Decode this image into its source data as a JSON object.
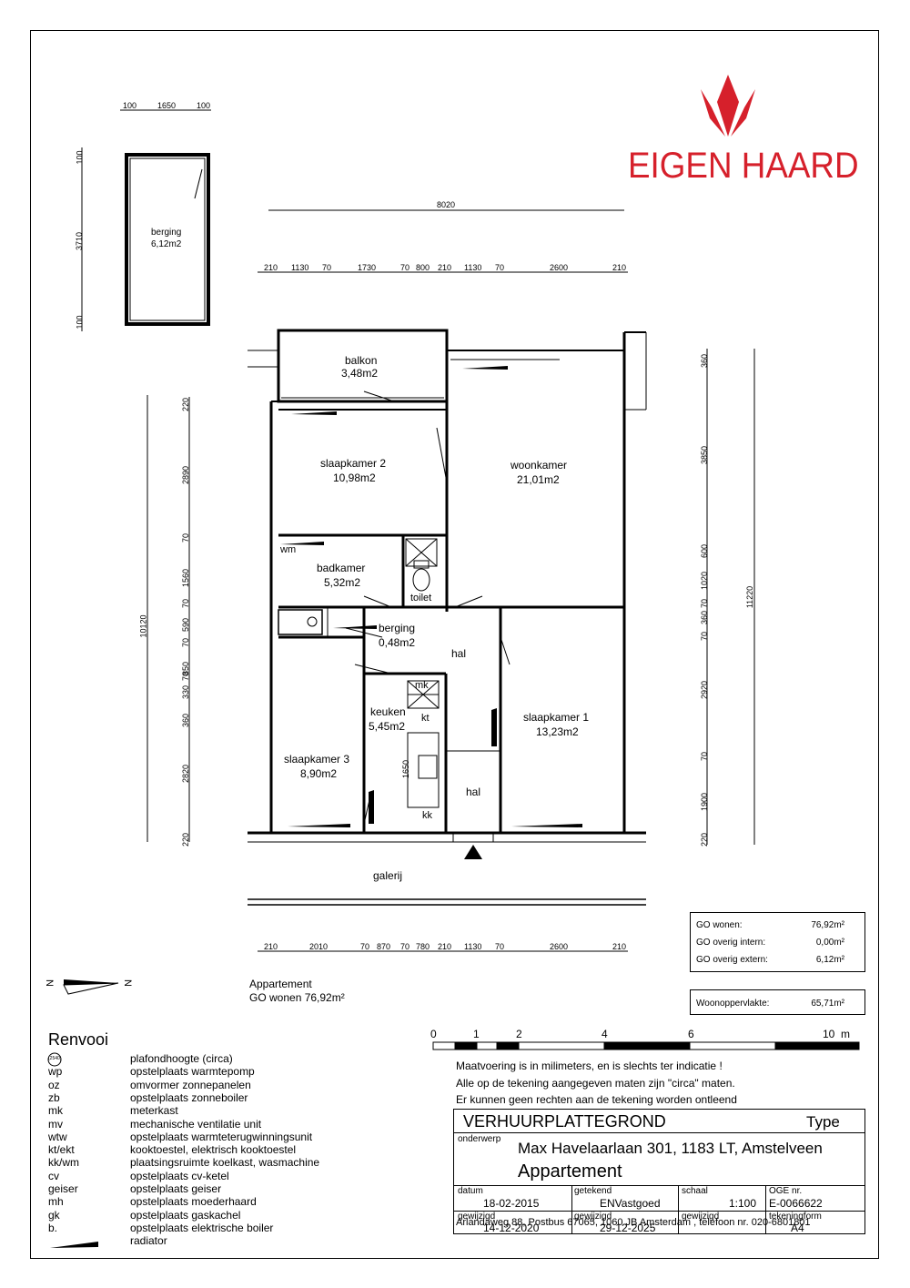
{
  "logo": {
    "brand_text": "EIGEN HAARD",
    "color": "#d6202b"
  },
  "rooms": {
    "berging_outside": {
      "name": "berging",
      "area": "6,12m2"
    },
    "balkon": {
      "name": "balkon",
      "area": "3,48m2"
    },
    "slaapkamer2": {
      "name": "slaapkamer 2",
      "area": "10,98m2"
    },
    "woonkamer": {
      "name": "woonkamer",
      "area": "21,01m2"
    },
    "badkamer": {
      "name": "badkamer",
      "area": "5,32m2"
    },
    "wm": "wm",
    "toilet": "toilet",
    "berging_inside": {
      "name": "berging",
      "area": "0,48m2"
    },
    "hal1": "hal",
    "mk": "mk",
    "keuken": {
      "name": "keuken",
      "area": "5,45m2"
    },
    "kt": "kt",
    "kk": "kk",
    "slaapkamer1": {
      "name": "slaapkamer 1",
      "area": "13,23m2"
    },
    "slaapkamer3": {
      "name": "slaapkamer 3",
      "area": "8,90m2"
    },
    "hal2": "hal",
    "galerij": "galerij"
  },
  "dimensions": {
    "berging_top": [
      "100",
      "1650",
      "100"
    ],
    "berging_side": [
      "100",
      "3710",
      "100"
    ],
    "overall_width": "8020",
    "top_chain": [
      "210",
      "1130",
      "70",
      "1730",
      "70",
      "800",
      "210",
      "1130",
      "70",
      "2600",
      "210"
    ],
    "bottom_chain": [
      "210",
      "2010",
      "70",
      "870",
      "70",
      "780",
      "210",
      "1130",
      "70",
      "2600",
      "210"
    ],
    "left_total": "10120",
    "left_chain": [
      "220",
      "2890",
      "70",
      "1560",
      "70",
      "590",
      "70",
      "850",
      "70",
      "330",
      "360",
      "2820",
      "220"
    ],
    "right_total": "11220",
    "right_chain": [
      "360",
      "3850",
      "600",
      "1020",
      "70",
      "360",
      "70",
      "2920",
      "70",
      "1900",
      "220"
    ],
    "sink_length": "1650"
  },
  "area_summary": {
    "rows": [
      {
        "label": "GO wonen:",
        "value": "76,92m²"
      },
      {
        "label": "GO overig intern:",
        "value": "0,00m²"
      },
      {
        "label": "GO overig extern:",
        "value": "6,12m²"
      }
    ],
    "woon_label": "Woonoppervlakte:",
    "woon_value": "65,71m²"
  },
  "apartment_caption": {
    "line1": "Appartement",
    "line2": "GO wonen 76,92m²"
  },
  "compass": {
    "left": "N",
    "right": "N"
  },
  "scale_bar": {
    "ticks": [
      "0",
      "1",
      "2",
      "4",
      "6",
      "10  m"
    ]
  },
  "renvooi": {
    "title": "Renvooi",
    "items": [
      {
        "code": "",
        "text": "plafondhoogte (circa)"
      },
      {
        "code": "wp",
        "text": "opstelplaats warmtepomp"
      },
      {
        "code": "oz",
        "text": "omvormer zonnepanelen"
      },
      {
        "code": "zb",
        "text": "opstelplaats zonneboiler"
      },
      {
        "code": "mk",
        "text": "meterkast"
      },
      {
        "code": "mv",
        "text": "mechanische ventilatie unit"
      },
      {
        "code": "wtw",
        "text": "opstelplaats warmteterugwinningsunit"
      },
      {
        "code": "kt/ekt",
        "text": "kooktoestel, elektrisch kooktoestel"
      },
      {
        "code": "kk/wm",
        "text": "plaatsingsruimte koelkast, wasmachine"
      },
      {
        "code": "cv",
        "text": "opstelplaats cv-ketel"
      },
      {
        "code": "geiser",
        "text": "opstelplaats geiser"
      },
      {
        "code": "mh",
        "text": "opstelplaats moederhaard"
      },
      {
        "code": "gk",
        "text": "opstelplaats gaskachel"
      },
      {
        "code": "b.",
        "text": "opstelplaats elektrische boiler"
      },
      {
        "code": "",
        "text": "radiator"
      }
    ],
    "ceiling_symbol": "(2540)"
  },
  "disclaimer": [
    "Maatvoering is in milimeters, en is slechts ter indicatie !",
    "Alle op de tekening aangegeven maten zijn \"circa\" maten.",
    "Er kunnen geen rechten aan de tekening worden ontleend"
  ],
  "title_block": {
    "title": "VERHUURPLATTEGROND",
    "type_label": "Type",
    "onderwerp_label": "onderwerp",
    "address": "Max Havelaarlaan 301, 1183 LT, Amstelveen",
    "subject": "Appartement",
    "datum_label": "datum",
    "datum": "18-02-2015",
    "getekend_label": "getekend",
    "getekend": "ENVastgoed",
    "schaal_label": "schaal",
    "schaal": "1:100",
    "oge_label": "OGE nr.",
    "oge": "E-0066622",
    "gewijzigd1_label": "gewijzigd",
    "gewijzigd1": "14-12-2020",
    "gewijzigd2_label": "gewijzigd",
    "gewijzigd2": "29-12-2025",
    "gewijzigd3_label": "gewijzigd",
    "gewijzigd3": "",
    "tekeningform_label": "tekeningform",
    "tekeningform": "A4",
    "footer": "Arlandaweg 88, Postbus 67065, 1060 JB Amsterdam , telefoon nr. 020-6801801"
  }
}
